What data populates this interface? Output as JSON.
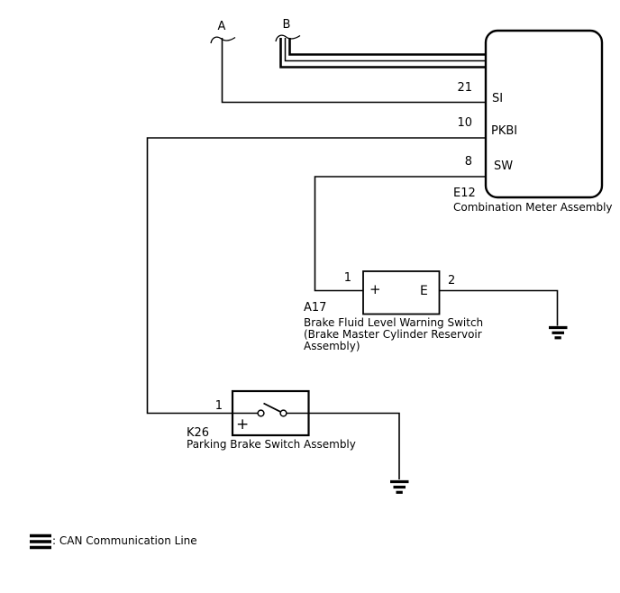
{
  "colors": {
    "line": "#000000",
    "background": "#ffffff"
  },
  "diagram": {
    "connector_a": "A",
    "connector_b": "B",
    "meter": {
      "code": "E12",
      "name": "Combination Meter Assembly",
      "pins": [
        {
          "number": "21",
          "label": "SI"
        },
        {
          "number": "10",
          "label": "PKBI"
        },
        {
          "number": "8",
          "label": "SW"
        }
      ]
    },
    "fluid_switch": {
      "code": "A17",
      "name_line1": "Brake Fluid Level Warning Switch",
      "name_line2": "(Brake Master Cylinder Reservoir",
      "name_line3": "Assembly)",
      "pin_left": "1",
      "pin_right": "2",
      "plus_sign": "+",
      "terminal_e": "E"
    },
    "parking_switch": {
      "code": "K26",
      "name": "Parking Brake Switch Assembly",
      "pin_left": "1",
      "plus_sign": "+"
    },
    "legend": {
      "can_line_label": ": CAN Communication Line"
    }
  }
}
